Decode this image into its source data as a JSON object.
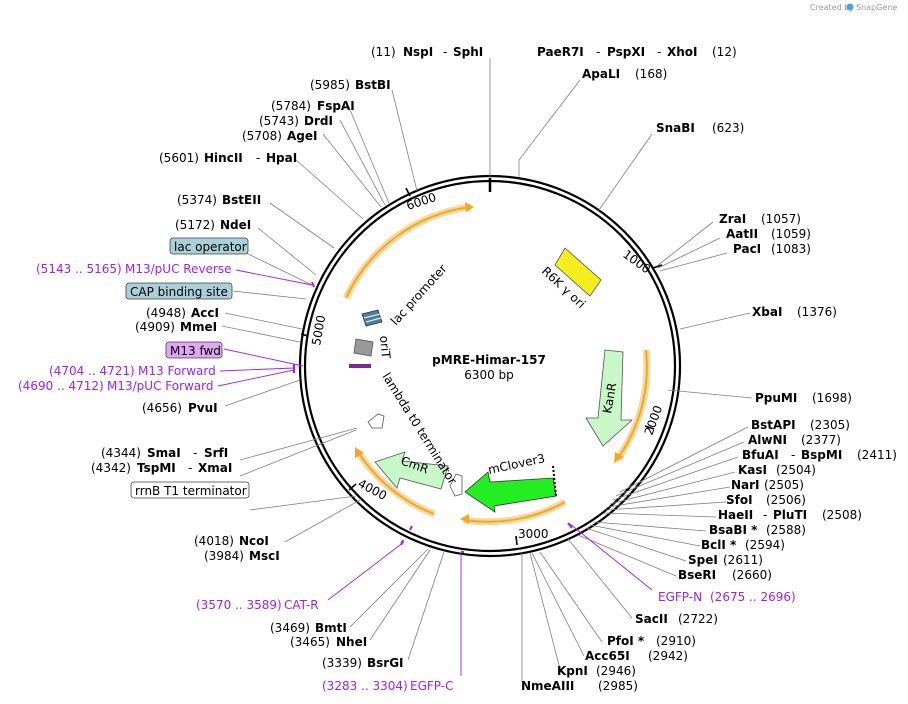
{
  "credit": {
    "created_by": "Created by",
    "brand": "SnapGene"
  },
  "plasmid": {
    "name": "pMRE-Himar-157",
    "size": "6300 bp"
  },
  "colors": {
    "feature_yellow": "#f5ee1f",
    "feature_green": "#c8f7c8",
    "feature_bright_green": "#22ee22",
    "feature_grey": "#999999",
    "orf_orange": "#f5a623",
    "primer_purple": "#a020f0",
    "box_blue": "#a9cfd8",
    "box_violet": "#e3a5f5"
  },
  "tick_labels": {
    "t1000": "1000",
    "t2000": "2000",
    "t3000": "3000",
    "t4000": "4000",
    "t5000": "5000",
    "t6000": "6000"
  },
  "features": {
    "r6k": "R6K γ ori",
    "kanr": "KanR",
    "mclover": "mClover3",
    "cmr": "CmR",
    "lambda": "lambda t0 terminator",
    "orit": "oriT",
    "lac_promoter": "lac promoter"
  },
  "sites": {
    "nsp_pos": "(11)",
    "nsp": "NspI",
    "sph": "SphI",
    "pae": "PaeR7I",
    "psp": "PspXI",
    "xho": "XhoI",
    "pae_pos": "(12)",
    "apal": "ApaLI",
    "apal_pos": "(168)",
    "snab": "SnaBI",
    "snab_pos": "(623)",
    "zra": "ZraI",
    "zra_pos": "(1057)",
    "aat": "AatII",
    "aat_pos": "(1059)",
    "pac": "PacI",
    "pac_pos": "(1083)",
    "xba": "XbaI",
    "xba_pos": "(1376)",
    "ppumi": "PpuMI",
    "ppumi_pos": "(1698)",
    "bstapi": "BstAPI",
    "bstapi_pos": "(2305)",
    "alwni": "AlwNI",
    "alwni_pos": "(2377)",
    "bfuai": "BfuAI",
    "bspmi": "BspMI",
    "bfuai_pos": "(2411)",
    "kasi": "KasI",
    "kasi_pos": "(2504)",
    "nari": "NarI",
    "nari_pos": "(2505)",
    "sfoi": "SfoI",
    "sfoi_pos": "(2506)",
    "haeii": "HaeII",
    "plut": "PluTI",
    "haeii_pos": "(2508)",
    "bsabi": "BsaBI *",
    "bsabi_pos": "(2588)",
    "bcli": "BclI *",
    "bcli_pos": "(2594)",
    "spei": "SpeI",
    "spei_pos": "(2611)",
    "bseri": "BseRI",
    "bseri_pos": "(2660)",
    "egfpn": "EGFP-N",
    "egfpn_pos": "(2675 .. 2696)",
    "sacii": "SacII",
    "sacii_pos": "(2722)",
    "pfoi": "PfoI *",
    "pfoi_pos": "(2910)",
    "acc65": "Acc65I",
    "acc65_pos": "(2942)",
    "kpni": "KpnI",
    "kpni_pos": "(2946)",
    "nmea": "NmeAIII",
    "nmea_pos": "(2985)",
    "egfpc_pos": "(3283 .. 3304)",
    "egfpc": "EGFP-C",
    "bsrgi_pos": "(3339)",
    "bsrgi": "BsrGI",
    "nhei_pos": "(3465)",
    "nhei": "NheI",
    "bmti_pos": "(3469)",
    "bmti": "BmtI",
    "catr_pos": "(3570 .. 3589)",
    "catr": "CAT-R",
    "msci_pos": "(3984)",
    "msci": "MscI",
    "ncoi_pos": "(4018)",
    "ncoi": "NcoI",
    "rrnb": "rrnB T1 terminator",
    "tspmi_pos": "(4342)",
    "tspmi": "TspMI",
    "xmai": "XmaI",
    "smai_pos": "(4344)",
    "smai": "SmaI",
    "srfi": "SrfI",
    "pvui_pos": "(4656)",
    "pvui": "PvuI",
    "m13pf_pos": "(4690 .. 4712)",
    "m13pf": "M13/pUC Forward",
    "m13f_pos": "(4704 .. 4721)",
    "m13f": "M13 Forward",
    "m13fwd": "M13 fwd",
    "mmei_pos": "(4909)",
    "mmei": "MmeI",
    "acci_pos": "(4948)",
    "acci": "AccI",
    "cap": "CAP binding site",
    "m13pr_pos": "(5143 .. 5165)",
    "m13pr": "M13/pUC Reverse",
    "lacop": "lac operator",
    "ndei_pos": "(5172)",
    "ndei": "NdeI",
    "bsteii_pos": "(5374)",
    "bsteii": "BstEII",
    "hincii_pos": "(5601)",
    "hincii": "HincII",
    "hpai": "HpaI",
    "agei_pos": "(5708)",
    "agei": "AgeI",
    "drdi_pos": "(5743)",
    "drdi": "DrdI",
    "fspai_pos": "(5784)",
    "fspai": "FspAI",
    "bstbi_pos": "(5985)",
    "bstbi": "BstBI"
  }
}
